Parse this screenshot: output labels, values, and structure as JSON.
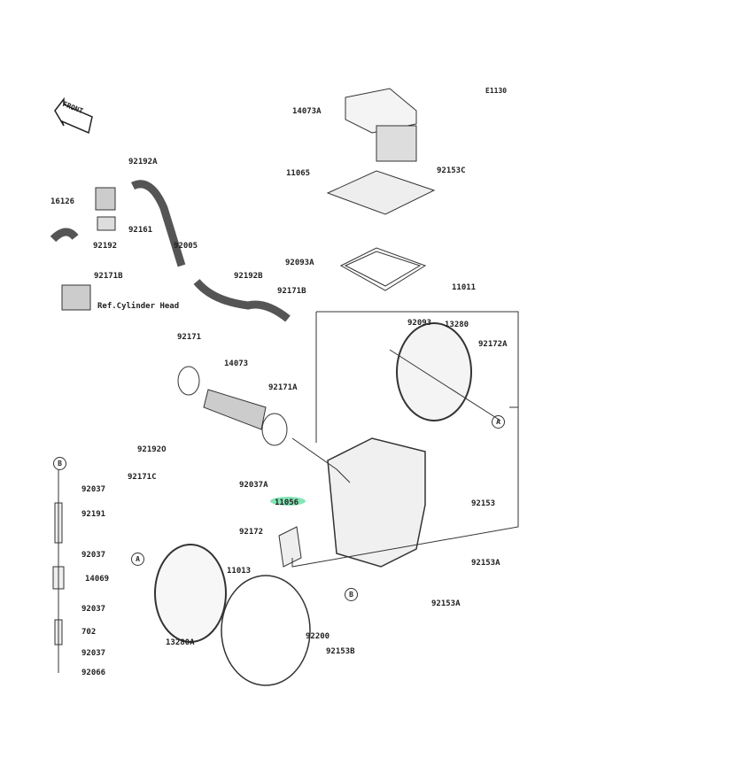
{
  "diagram_code": "E1130",
  "front_arrow": "FRONT",
  "highlight_color": "#6ee0a8",
  "labels": {
    "p14073A": "14073A",
    "p92153C": "92153C",
    "p11065": "11065",
    "p92093A": "92093A",
    "p92192A": "92192A",
    "p16126": "16126",
    "p92161": "92161",
    "p92192": "92192",
    "p92005": "92005",
    "p92171B_1": "92171B",
    "p92192B": "92192B",
    "p92171B_2": "92171B",
    "ref_cyl": "Ref.Cylinder Head",
    "p11011": "11011",
    "p92093": "92093",
    "p13280": "13280",
    "p92172A": "92172A",
    "p92171": "92171",
    "p14073": "14073",
    "p92171A": "92171A",
    "p92192O": "92192O",
    "p92171C": "92171C",
    "p92037A": "92037A",
    "p92153": "92153",
    "p11056": "11056",
    "p92172": "92172",
    "p92153A_1": "92153A",
    "p92153A_2": "92153A",
    "p11013": "11013",
    "p13280A": "13280A",
    "p92200": "92200",
    "p92153B": "92153B",
    "c92037_1": "92037",
    "c92191": "92191",
    "c92037_2": "92037",
    "c14069": "14069",
    "c92037_3": "92037",
    "c702": "702",
    "c92037_4": "92037",
    "c92066": "92066"
  },
  "refs": {
    "a": "A",
    "b": "B"
  }
}
